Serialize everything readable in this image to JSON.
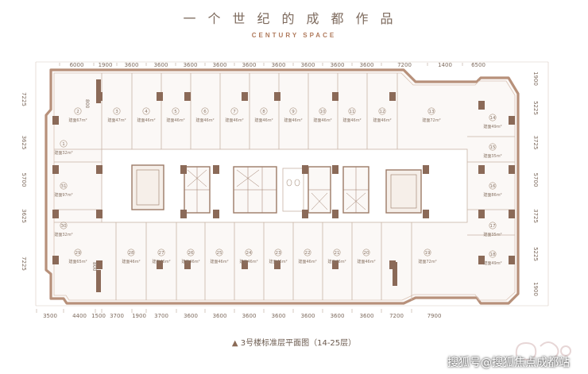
{
  "title": "一个世纪的成都作品",
  "subtitle": "CENTURY SPACE",
  "caption": "3号楼标准层平面图（14-25层）",
  "watermark": "搜狐号@搜狐焦点成都站",
  "colors": {
    "wall": "#b7907a",
    "column": "#8b6a58",
    "line": "#c9b4a6",
    "text": "#8a7566"
  },
  "dims": {
    "top": [
      "6000",
      "1900",
      "3600",
      "3600",
      "3600",
      "3600",
      "3600",
      "3600",
      "3600",
      "3600",
      "3600",
      "7200",
      "1400",
      "6500"
    ],
    "bottom": [
      "3500",
      "4400",
      "1500",
      "3700",
      "1900",
      "3700",
      "3600",
      "3600",
      "3600",
      "3600",
      "3600",
      "3600",
      "3600",
      "7200",
      "7900"
    ],
    "left": [
      "7225",
      "3625",
      "5700",
      "3625",
      "7225"
    ],
    "right": [
      "1900",
      "5225",
      "3725",
      "5700",
      "3725",
      "5225",
      "1900"
    ],
    "note": "800"
  },
  "units": {
    "top": [
      {
        "num": "2",
        "area": "67"
      },
      {
        "num": "3",
        "area": "47"
      },
      {
        "num": "4",
        "area": "46"
      },
      {
        "num": "5",
        "area": "46"
      },
      {
        "num": "6",
        "area": "46"
      },
      {
        "num": "7",
        "area": "46"
      },
      {
        "num": "8",
        "area": "46"
      },
      {
        "num": "9",
        "area": "46"
      },
      {
        "num": "10",
        "area": "46"
      },
      {
        "num": "11",
        "area": "46"
      },
      {
        "num": "12",
        "area": "46"
      },
      {
        "num": "13",
        "area": "72"
      }
    ],
    "bottom": [
      {
        "num": "29",
        "area": "65"
      },
      {
        "num": "28",
        "area": "46"
      },
      {
        "num": "27",
        "area": "46"
      },
      {
        "num": "26",
        "area": "46"
      },
      {
        "num": "25",
        "area": "46"
      },
      {
        "num": "24",
        "area": "46"
      },
      {
        "num": "23",
        "area": "46"
      },
      {
        "num": "22",
        "area": "46"
      },
      {
        "num": "21",
        "area": "46"
      },
      {
        "num": "20",
        "area": "46"
      },
      {
        "num": "19",
        "area": "72"
      }
    ],
    "left": [
      {
        "num": "1",
        "area": "32"
      },
      {
        "num": "31",
        "area": "97"
      },
      {
        "num": "30",
        "area": "32"
      }
    ],
    "right": [
      {
        "num": "14",
        "area": "49"
      },
      {
        "num": "15",
        "area": "35"
      },
      {
        "num": "16",
        "area": "86"
      },
      {
        "num": "17",
        "area": "35"
      },
      {
        "num": "18",
        "area": "49"
      }
    ]
  }
}
